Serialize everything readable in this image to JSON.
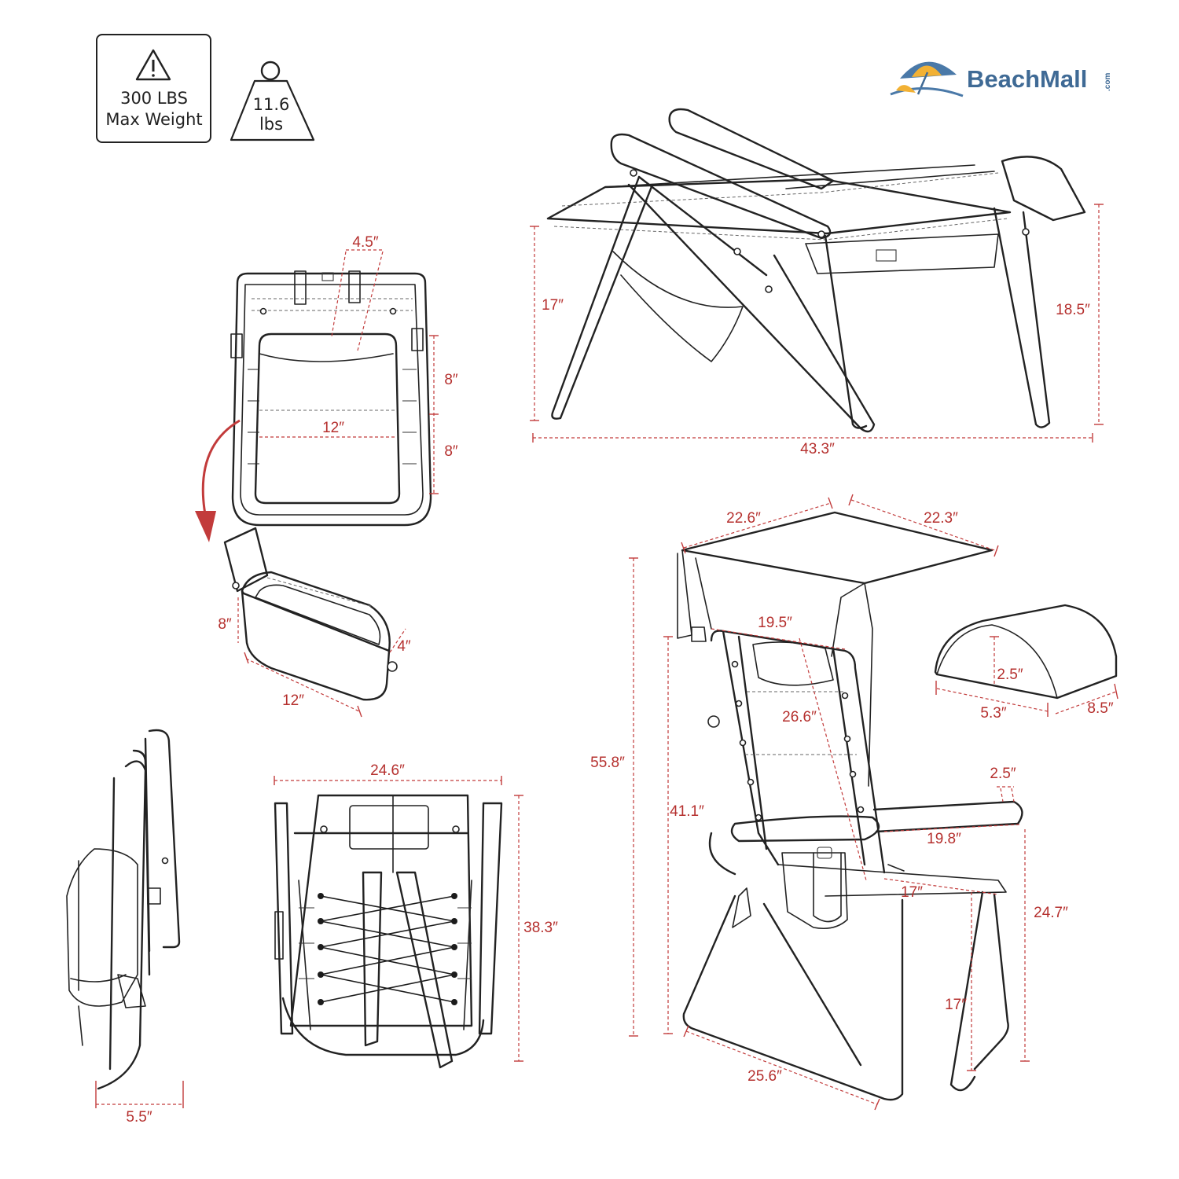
{
  "badges": {
    "max_weight_value": "300 LBS",
    "max_weight_label": "Max Weight",
    "chair_weight_value": "11.6",
    "chair_weight_unit": "lbs",
    "warning_icon": "warning-triangle-icon",
    "weight_icon": "kettlebell-weight-icon"
  },
  "brand": {
    "name": "BeachMall",
    "suffix": ".com",
    "logo_icon": "beach-umbrella-logo-icon",
    "colors": {
      "umbrella_blue": "#4a79a8",
      "umbrella_yellow": "#f2b134",
      "text": "#3f6a95"
    }
  },
  "dimension_color": "#b5302e",
  "reclined_view": {
    "height_front": "17″",
    "height_back": "18.5″",
    "length": "43.3″"
  },
  "cooler_top_view": {
    "pillow_width": "4.5″",
    "upper_height": "8″",
    "lower_height": "8″",
    "width": "12″"
  },
  "cooler_bag": {
    "height": "8″",
    "depth": "4″",
    "length": "12″"
  },
  "folded_side": {
    "thickness": "5.5″"
  },
  "folded_back": {
    "width": "24.6″",
    "height": "38.3″"
  },
  "upright_view": {
    "canopy_width": "22.6″",
    "canopy_depth": "22.3″",
    "back_width": "19.5″",
    "back_height": "26.6″",
    "overall_height": "55.8″",
    "back_top_height": "41.1″",
    "armrest_width": "2.5″",
    "armrest_length": "19.8″",
    "seat_depth": "17″",
    "arm_height": "24.7″",
    "seat_height": "17″",
    "base_depth": "25.6″"
  },
  "pillow": {
    "height": "2.5″",
    "width": "5.3″",
    "length": "8.5″"
  }
}
